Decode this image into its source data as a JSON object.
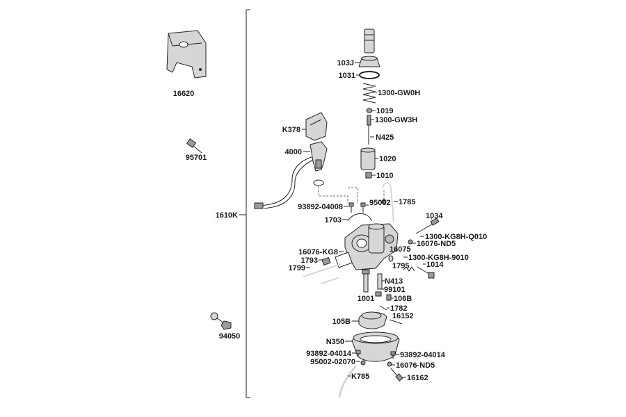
{
  "diagram": {
    "labels": {
      "p16620": "16620",
      "p95701": "95701",
      "p94050": "94050",
      "p1610K": "1610K",
      "pK378": "K378",
      "p4000": "4000",
      "p103J": "103J",
      "p1031": "1031",
      "p1300GW0H": "1300-GW0H",
      "p1019": "1019",
      "p1300GW3H": "1300-GW3H",
      "pN425": "N425",
      "p1020": "1020",
      "p1010": "1010",
      "p1785": "1785",
      "p93892_04008": "93892-04008",
      "p95002": "95002",
      "p1703": "1703",
      "p1034": "1034",
      "p1300KG8HQ010": "1300-KG8H-Q010",
      "p16076ND5a": "16076-ND5",
      "p16076KG8": "16076-KG8",
      "p16075": "16075",
      "p1793": "1793",
      "p1300KG8H9010": "1300-KG8H-9010",
      "p1799": "1799",
      "p1795": "1795",
      "p1014": "1014",
      "pN413": "N413",
      "p99101": "99101",
      "p1001": "1001",
      "p106B": "106B",
      "p1782": "1782",
      "p105B": "105B",
      "p16152": "16152",
      "pN350": "N350",
      "p93892_04014a": "93892-04014",
      "p93892_04014b": "93892-04014",
      "p95002_02070": "95002-02070",
      "p16076ND5b": "16076-ND5",
      "pK785": "K785",
      "p16162": "16162"
    }
  }
}
